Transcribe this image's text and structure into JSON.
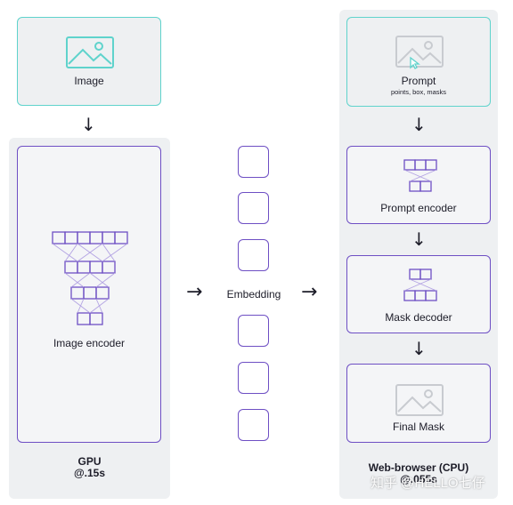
{
  "left": {
    "image_box": {
      "label": "Image",
      "icon": "image-icon"
    },
    "encoder_box": {
      "label": "Image encoder",
      "icon": "encoder-network-icon"
    },
    "footer": {
      "line1": "GPU",
      "line2": "@.15s"
    }
  },
  "middle": {
    "embedding_label": "Embedding",
    "embedding_count": 6
  },
  "right": {
    "prompt_box": {
      "label": "Prompt",
      "sublabel": "points, box, masks",
      "icon": "image-cursor-icon"
    },
    "prompt_encoder_box": {
      "label": "Prompt encoder",
      "icon": "prompt-encoder-icon"
    },
    "mask_decoder_box": {
      "label": "Mask decoder",
      "icon": "mask-decoder-icon"
    },
    "final_mask_box": {
      "label": "Final Mask",
      "icon": "image-icon"
    },
    "footer": {
      "line1": "Web-browser (CPU)",
      "line2": "@.055s"
    }
  },
  "watermark": "知乎 @HELLO七仔",
  "colors": {
    "teal": "#5fd3cc",
    "purple": "#6e4fc4",
    "light_purple": "#b3a3e3",
    "panel_gray": "#eef0f2"
  }
}
